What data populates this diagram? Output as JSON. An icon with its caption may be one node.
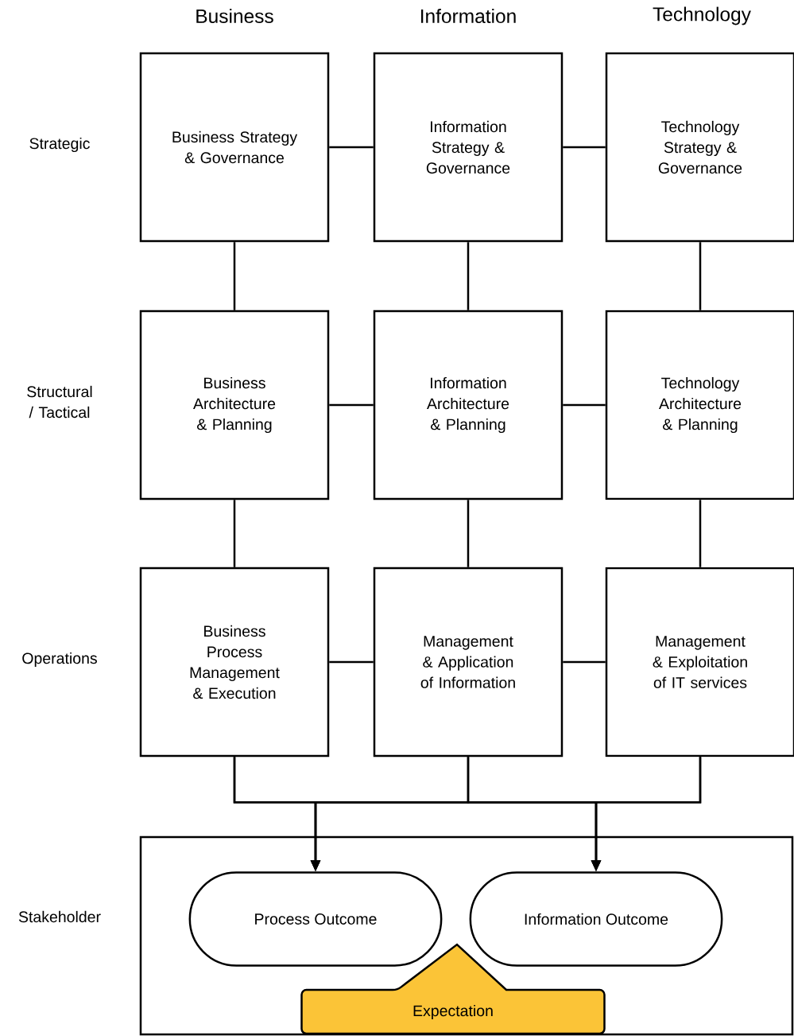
{
  "diagram": {
    "nodes": [
      {
        "text": [
          "Business Strategy & Governance"
        ]
      },
      {
        "text": [
          "Information Strategy & Governance"
        ]
      },
      {
        "text": [
          "Technology Strategy & Governance"
        ]
      },
      {
        "text": [
          "Business Architecture & Planning"
        ]
      },
      {
        "text": [
          "Information Architecture & Planning"
        ]
      },
      {
        "text": [
          "Technology Architecture & Planning"
        ]
      },
      {
        "text": [
          "Business Process Management & Execution"
        ]
      },
      {
        "text": [
          "Management & Application of Information"
        ]
      },
      {
        "text": [
          "Management & Exploitation of IT services"
        ]
      },
      {
        "text": [],
        "shape": "box"
      },
      {
        "text": [
          "Process Outcome"
        ],
        "in": 9
      },
      {
        "text": [
          "Information Outcome"
        ],
        "in": 9
      },
      {
        "text": [
          "Expectation"
        ],
        "in": 9
      }
    ],
    "edges": [
      {
        "from": 0,
        "to": 1,
        "arrow": "none"
      },
      {
        "from": 1,
        "to": 2,
        "arrow": "none"
      },
      {
        "from": 0,
        "to": 3,
        "arrow": "none"
      },
      {
        "from": 1,
        "to": 4,
        "arrow": "none"
      },
      {
        "from": 2,
        "to": 5,
        "arrow": "none"
      },
      {
        "from": 3,
        "to": 4,
        "arrow": "none"
      },
      {
        "from": 4,
        "to": 5,
        "arrow": "none"
      },
      {
        "from": 3,
        "to": 6,
        "arrow": "none"
      },
      {
        "from": 4,
        "to": 7,
        "arrow": "none"
      },
      {
        "from": 5,
        "to": 8,
        "arrow": "none"
      },
      {
        "from": 6,
        "to": 7,
        "arrow": "none"
      },
      {
        "from": 7,
        "to": 8,
        "arrow": "none"
      },
      {
        "from": 6,
        "to": 10,
        "arrow": "to"
      },
      {
        "from": 7,
        "to": 10,
        "arrow": "to"
      },
      {
        "from": 8,
        "to": 10,
        "arrow": "to"
      },
      {
        "from": 6,
        "to": 11,
        "arrow": "to"
      },
      {
        "from": 7,
        "to": 11,
        "arrow": "to"
      },
      {
        "from": 8,
        "to": 11,
        "arrow": "to"
      }
    ],
    "labels": [
      "Business",
      "Information",
      "Technology",
      "Strategic",
      "Structural / Tactical",
      "Operations",
      "Stakeholder"
    ]
  }
}
